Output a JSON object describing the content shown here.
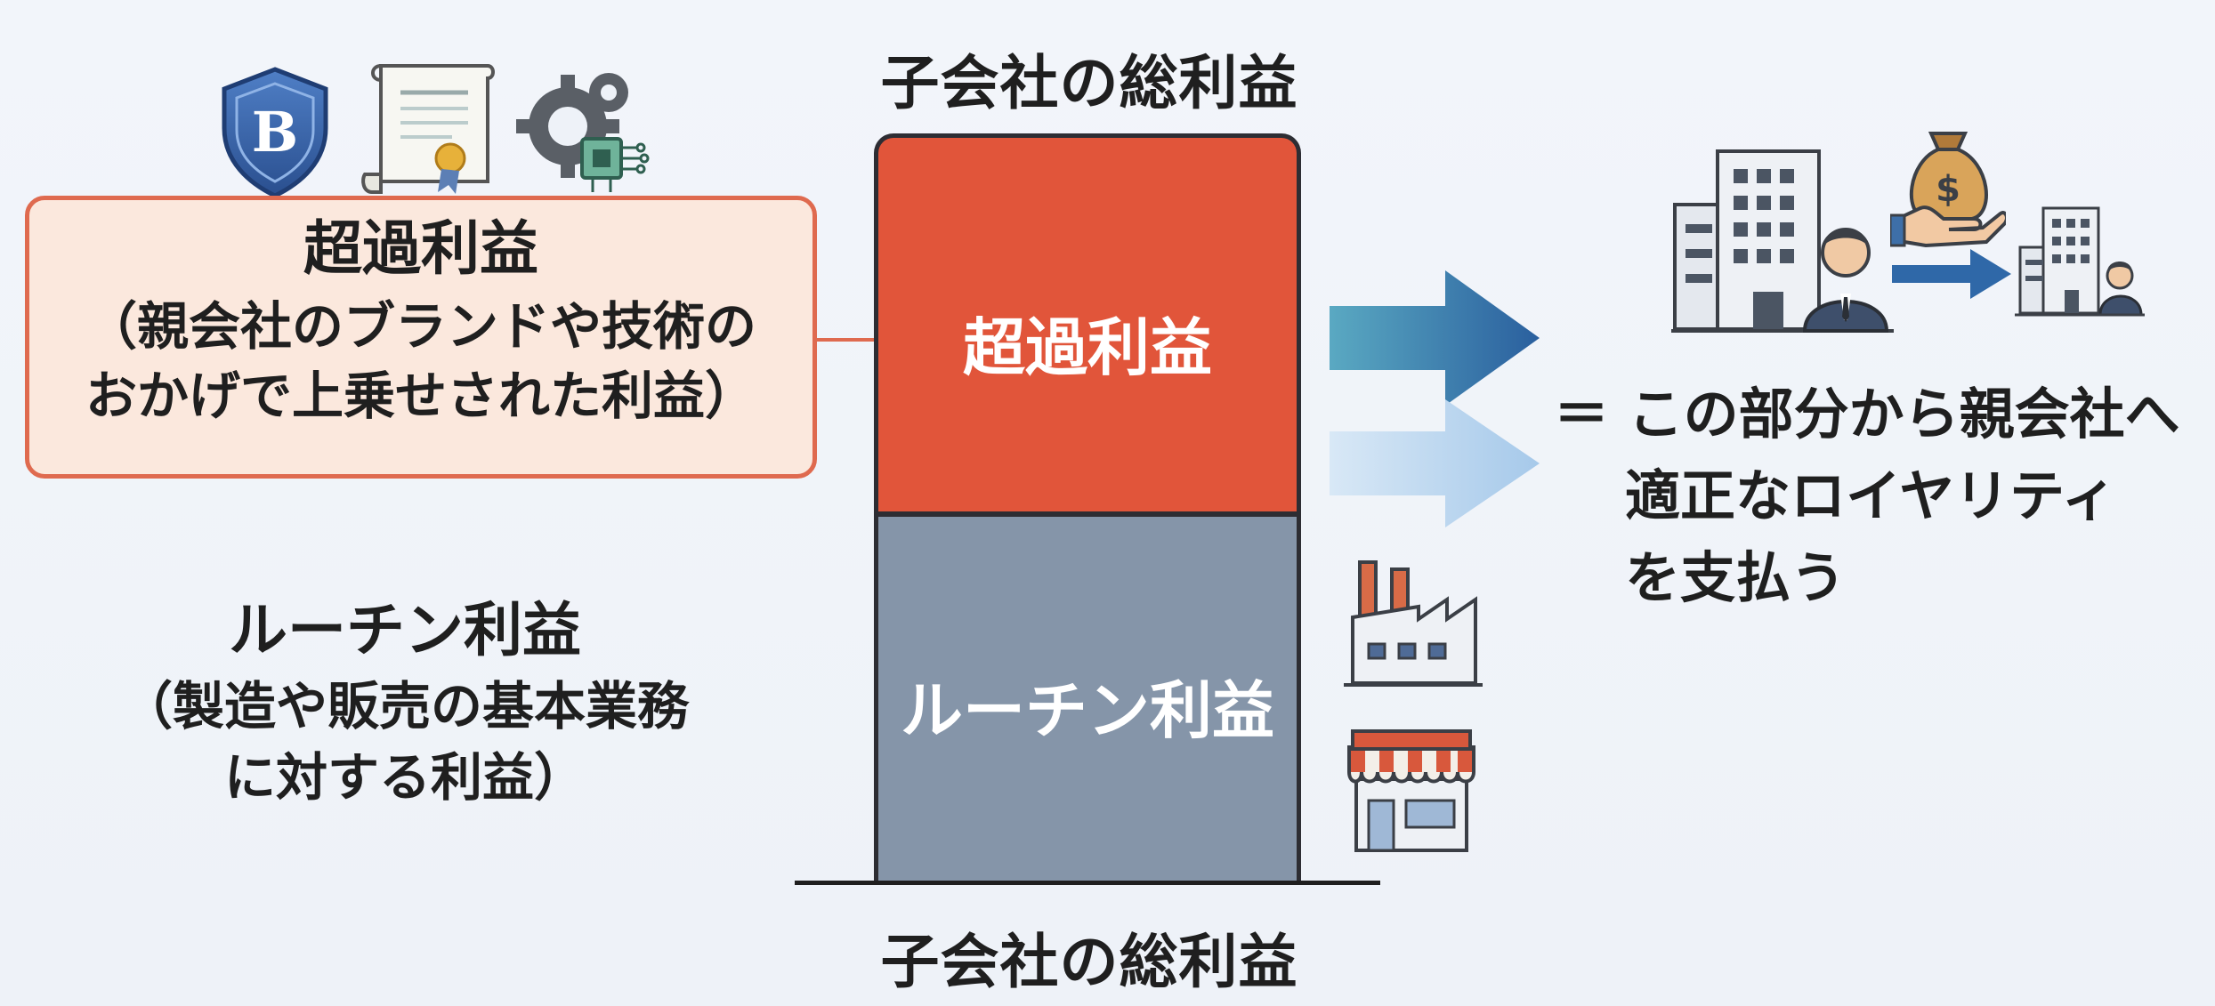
{
  "diagram": {
    "top_title": "子会社の総利益",
    "bottom_title": "子会社の総利益",
    "bar": {
      "excess_label": "超過利益",
      "routine_label": "ルーチン利益"
    },
    "excess_callout": {
      "line1": "超過利益",
      "line2": "（親会社のブランドや技術の",
      "line3": "おかげで上乗せされた利益）"
    },
    "routine_note": {
      "line1": "ルーチン利益",
      "line2": "（製造や販売の基本業務",
      "line3": "に対する利益）"
    },
    "result": {
      "line1": "＝ この部分から親会社へ",
      "line2": "適正なロイヤリティ",
      "line3": "を支払う"
    },
    "icons": {
      "ip": [
        "brand-shield-icon",
        "certificate-icon",
        "gear-chip-icon"
      ],
      "flow": [
        "parent-building-icon",
        "money-bag-hand-icon",
        "subsidiary-building-icon"
      ],
      "routine": [
        "factory-icon",
        "shop-icon"
      ]
    },
    "shield_letter": "B",
    "colors": {
      "excess": "#e1553a",
      "routine": "#8595a9",
      "callout_bg": "#fbe8dd",
      "callout_border": "#df6a4f",
      "arrow_dark": "#2a6aa3",
      "arrow_light": "#b9d6ee"
    }
  }
}
